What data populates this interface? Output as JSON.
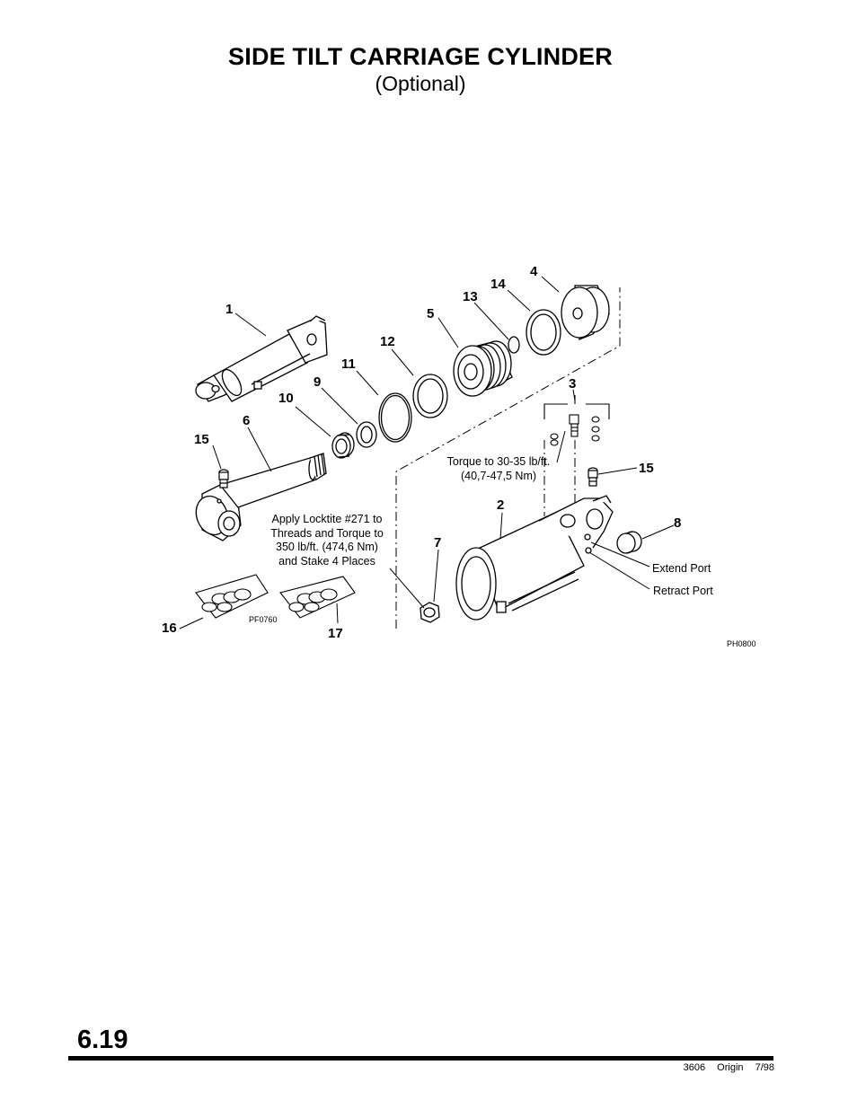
{
  "header": {
    "title": "SIDE TILT CARRIAGE CYLINDER",
    "subtitle": "(Optional)"
  },
  "diagram": {
    "callouts": [
      "1",
      "2",
      "3",
      "4",
      "5",
      "6",
      "7",
      "8",
      "9",
      "10",
      "11",
      "12",
      "13",
      "14",
      "15",
      "15",
      "16",
      "17"
    ],
    "notes": {
      "torque_gland_1": "Torque to 30-35 lb/ft.",
      "torque_gland_2": "(40,7-47,5 Nm)",
      "locktite_1": "Apply Locktite #271 to",
      "locktite_2": "Threads and Torque to",
      "locktite_3": "350 lb/ft. (474,6 Nm)",
      "locktite_4": "and Stake 4 Places"
    },
    "ports": {
      "extend": "Extend Port",
      "retract": "Retract Port"
    },
    "image_codes": {
      "kit": "PF0760",
      "main": "PH0800"
    }
  },
  "footer": {
    "page_number": "6.19",
    "doc_number": "3606",
    "origin_label": "Origin",
    "date": "7/98"
  }
}
